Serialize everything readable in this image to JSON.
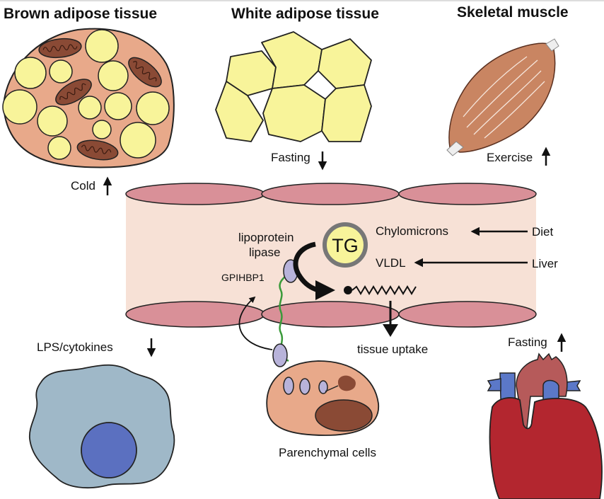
{
  "titles": {
    "brown_adipose": "Brown adipose tissue",
    "white_adipose": "White adipose tissue",
    "skeletal_muscle": "Skeletal muscle"
  },
  "regulators": {
    "cold": {
      "label": "Cold",
      "direction": "up"
    },
    "fasting_wat": {
      "label": "Fasting",
      "direction": "down"
    },
    "exercise": {
      "label": "Exercise",
      "direction": "up"
    },
    "lps": {
      "label": "LPS/cytokines",
      "direction": "down"
    },
    "fasting_heart": {
      "label": "Fasting",
      "direction": "up"
    }
  },
  "vessel": {
    "tg": "TG",
    "lpl_line1": "lipoprotein",
    "lpl_line2": "lipase",
    "gpihbp1": "GPIHBP1",
    "chylomicrons": "Chylomicrons",
    "vldl": "VLDL",
    "diet": "Diet",
    "liver": "Liver",
    "tissue_uptake": "tissue uptake"
  },
  "cells": {
    "parenchymal": "Parenchymal cells"
  },
  "colors": {
    "vessel_bg": "#f7e1d6",
    "endothelium": "#d99098",
    "lipid": "#f8f49a",
    "bat_cytoplasm": "#e8a98a",
    "mitochondria": "#8a4a35",
    "lpl": "#b8b3da",
    "gpihbp1": "#3a9a3a",
    "macrophage": "#9fb8c8",
    "nucleus_blue": "#5b70c0",
    "heart_red": "#b3262f",
    "aorta": "#b65a5a",
    "vein_blue": "#5b78c8",
    "muscle": "#c98562"
  }
}
